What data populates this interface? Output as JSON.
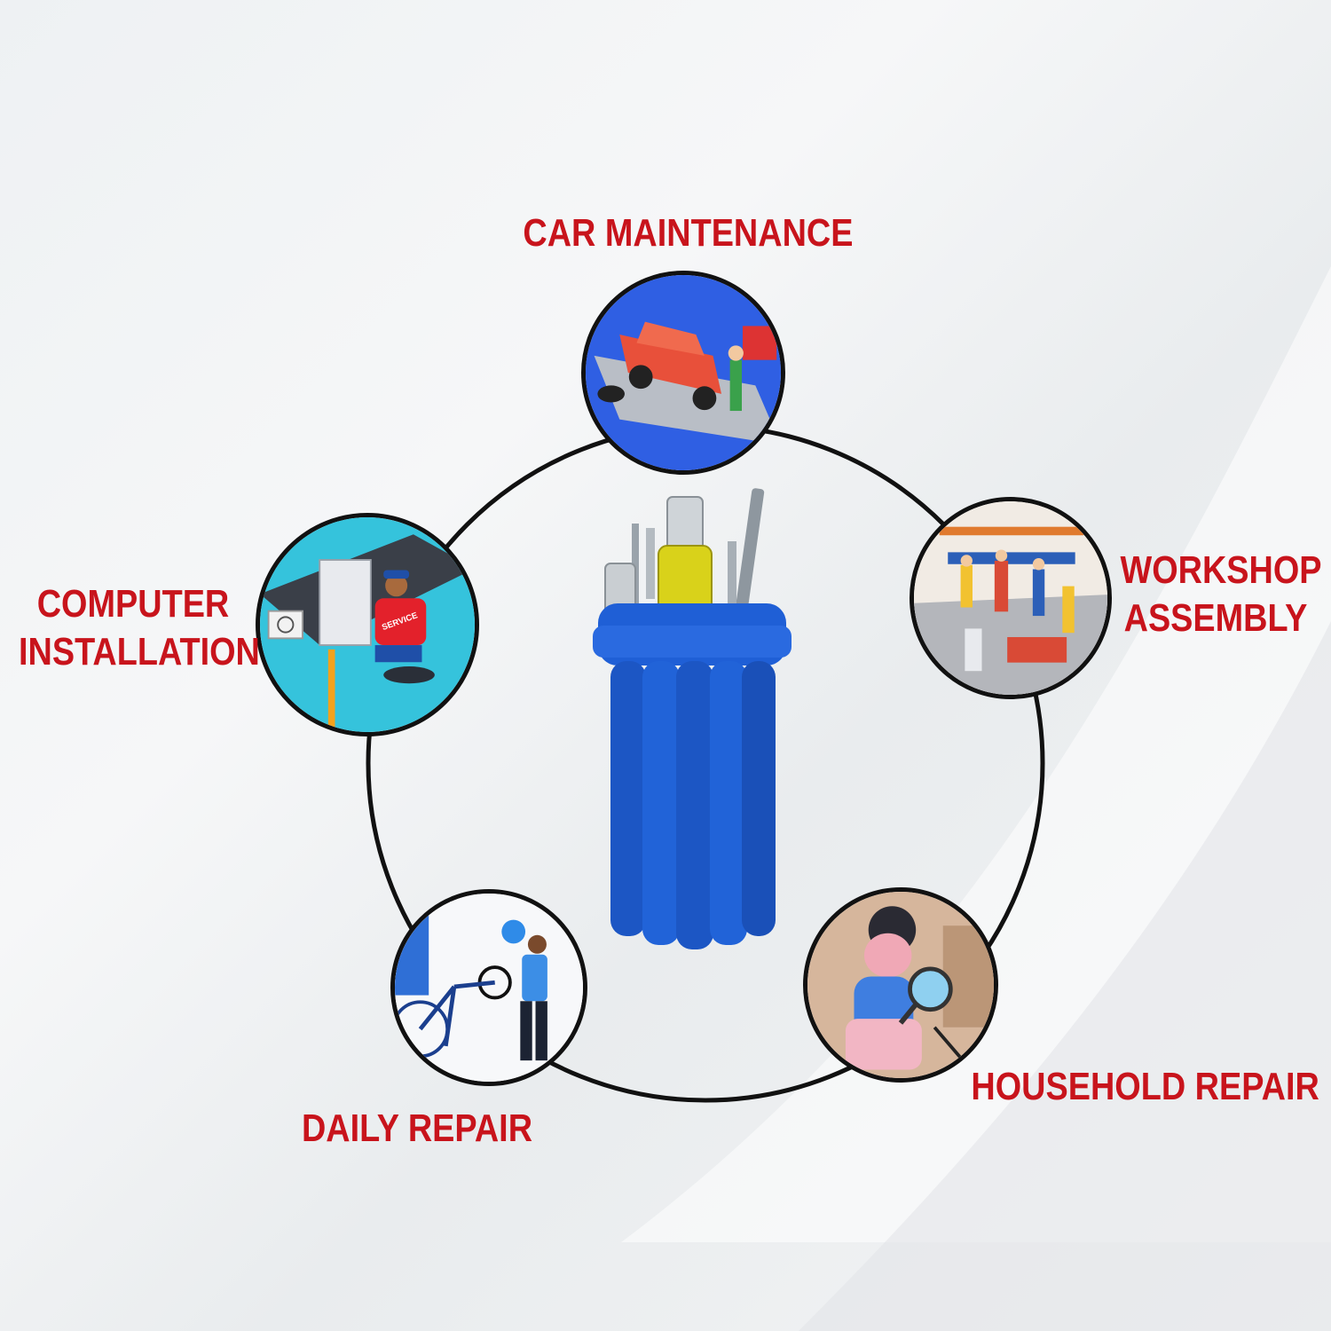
{
  "labels": {
    "car": "CAR MAINTENANCE",
    "computer_line1": "COMPUTER",
    "computer_line2": "INSTALLATION",
    "workshop_line1": "WORKSHOP",
    "workshop_line2": "ASSEMBLY",
    "daily": "DAILY REPAIR",
    "household": "HOUSEHOLD REPAIR"
  },
  "illustrations": {
    "computer_shirt_text": "SERVICE"
  },
  "colors": {
    "label_red": "#c8141c",
    "product_blue": "#1f5fd6",
    "handle_yellow": "#d9d21a",
    "ring_black": "#111111"
  }
}
